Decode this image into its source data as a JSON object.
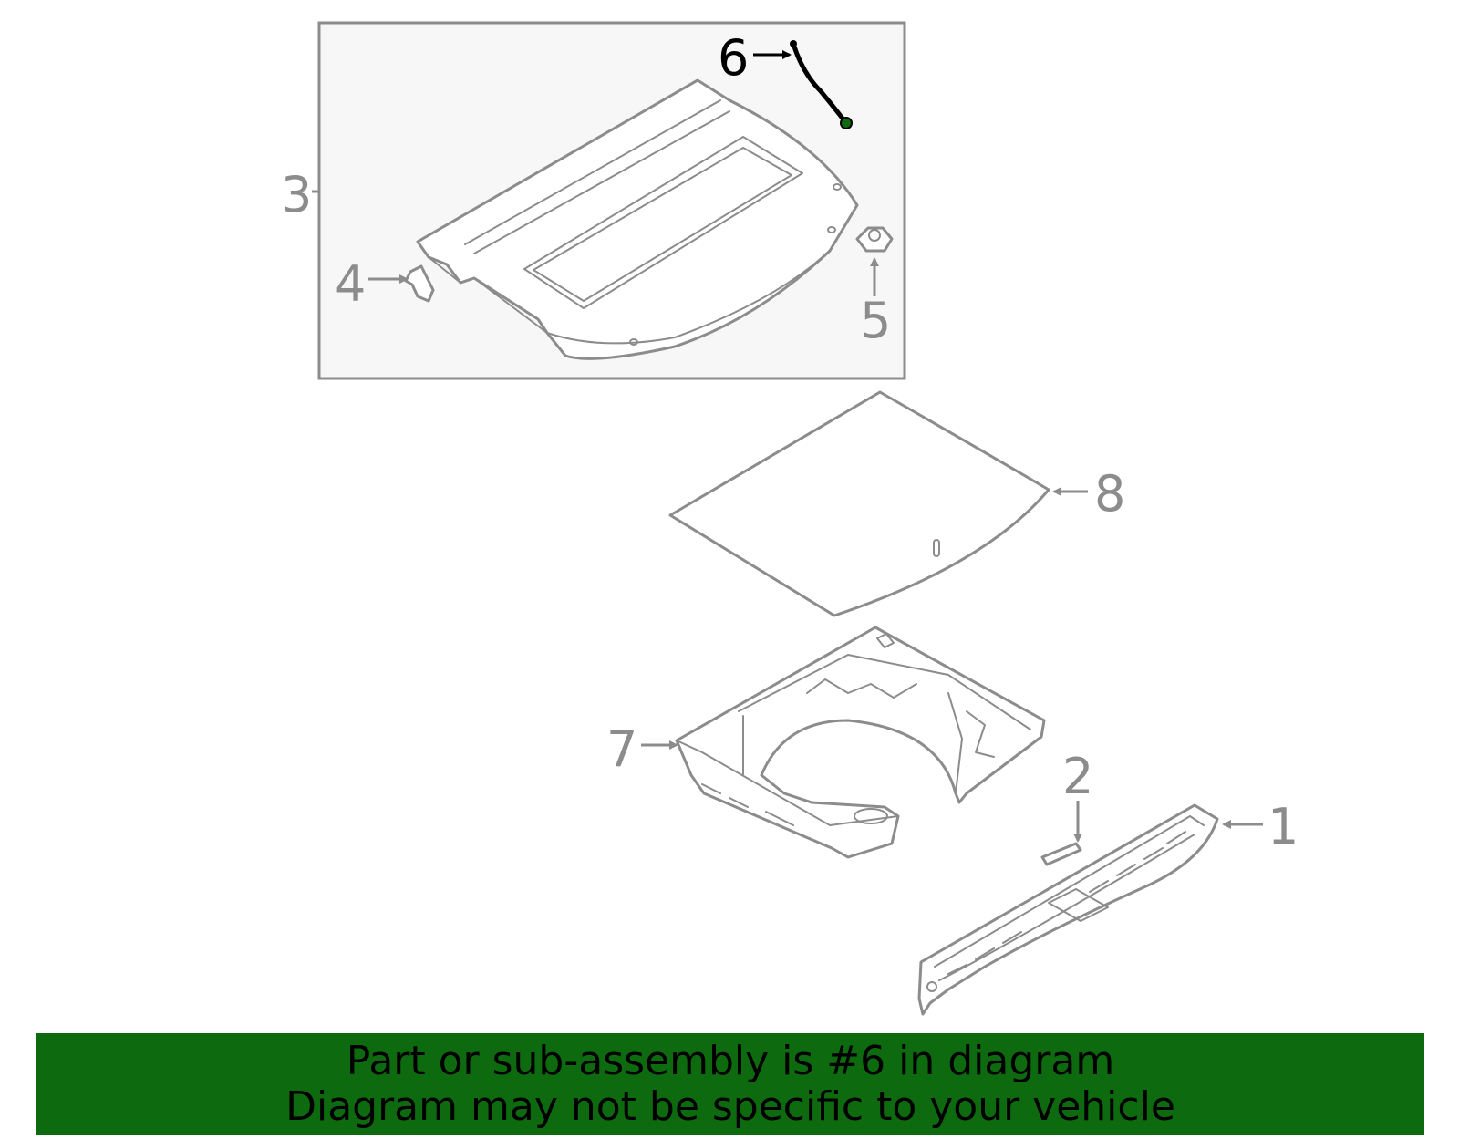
{
  "diagram": {
    "highlighted_part": "6",
    "highlight_color": "#0e6a0e",
    "callouts": {
      "c1": "1",
      "c2": "2",
      "c3": "3",
      "c4": "4",
      "c5": "5",
      "c6": "6",
      "c7": "7",
      "c8": "8"
    }
  },
  "banner": {
    "line1": "Part or sub-assembly is #6 in diagram",
    "line2": "Diagram may not be specific to your vehicle",
    "background": "#0e6a0e"
  }
}
